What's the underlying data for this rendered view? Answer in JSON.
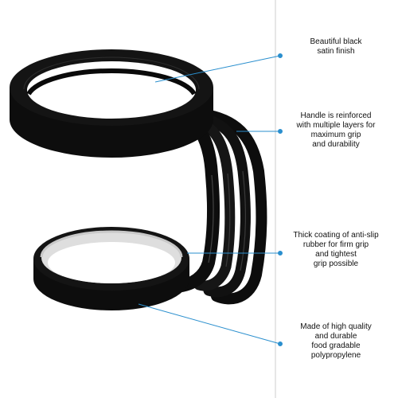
{
  "colors": {
    "background": "#ffffff",
    "product": "#0d0d0d",
    "inner_liner": "#dedede",
    "callout_line": "#2a8fce",
    "divider": "#e6e6e6",
    "text": "#111111"
  },
  "callouts": [
    {
      "text": "Beautiful black\nsatin finish"
    },
    {
      "text": "Handle is reinforced\nwith multiple layers for\nmaximum grip\nand durability"
    },
    {
      "text": "Thick coating of anti-slip\nrubber for firm grip\nand tightest\ngrip possible"
    },
    {
      "text": "Made of high quality\nand durable\nfood gradable\npolypropylene"
    }
  ]
}
